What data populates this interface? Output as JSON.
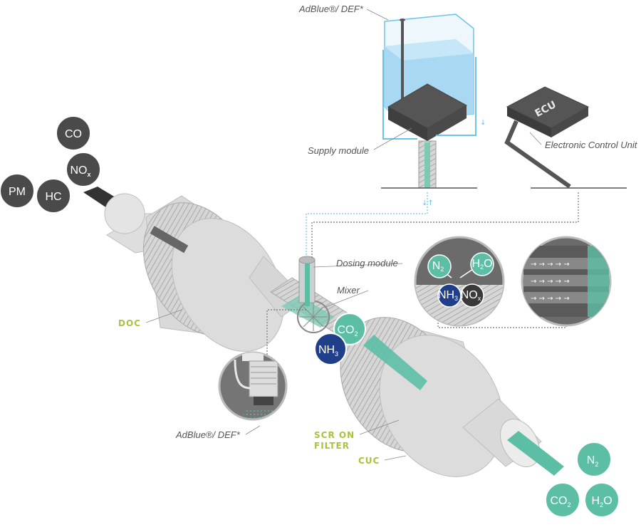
{
  "labels": {
    "adblue_top": "AdBlue®/ DEF*",
    "supply_module": "Supply module",
    "ecu_box": "ECU",
    "ecu_full": "Electronic Control Unit",
    "dosing_module": "Dosing module",
    "mixer": "Mixer",
    "doc": "DOC",
    "adblue_bottom": "AdBlue®/ DEF*",
    "scr_line1": "SCR ON",
    "scr_line2": "FILTER",
    "cuc": "CUC"
  },
  "inlet_gases": [
    {
      "main": "CO",
      "sub": ""
    },
    {
      "main": "NO",
      "sub": "x"
    },
    {
      "main": "PM",
      "sub": ""
    },
    {
      "main": "HC",
      "sub": ""
    }
  ],
  "mixer_gases": [
    {
      "main": "CO",
      "sub": "2"
    },
    {
      "main": "NH",
      "sub": "3"
    }
  ],
  "reaction_gases": [
    {
      "main": "N",
      "sub": "2"
    },
    {
      "main": "H",
      "sub": "2",
      "suffix": "O"
    },
    {
      "main": "NH",
      "sub": "3"
    },
    {
      "main": "NO",
      "sub": "x"
    }
  ],
  "outlet_gases": [
    {
      "main": "N",
      "sub": "2"
    },
    {
      "main": "CO",
      "sub": "2"
    },
    {
      "main": "H",
      "sub": "2",
      "suffix": "O"
    }
  ],
  "colors": {
    "dark_bubble": "#4a4a4a",
    "teal": "#5cbfa5",
    "navy": "#1f3f8a",
    "green_label": "#a9c23f",
    "liquid": "#a9d9f2",
    "body": "#dcdcdc"
  }
}
